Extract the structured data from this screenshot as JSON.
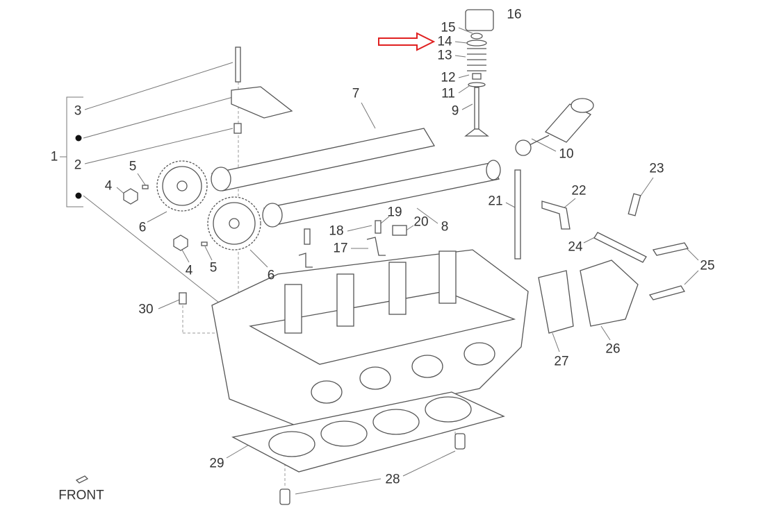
{
  "diagram": {
    "title_hint": "FRONT",
    "highlight_color": "#e02020",
    "highlighted_callout": "14",
    "callouts": [
      {
        "id": "c16",
        "text": "16"
      },
      {
        "id": "c15",
        "text": "15"
      },
      {
        "id": "c14",
        "text": "14"
      },
      {
        "id": "c13",
        "text": "13"
      },
      {
        "id": "c12",
        "text": "12"
      },
      {
        "id": "c11",
        "text": "11"
      },
      {
        "id": "c9",
        "text": "9"
      },
      {
        "id": "c7",
        "text": "7"
      },
      {
        "id": "c10",
        "text": "10"
      },
      {
        "id": "c23",
        "text": "23"
      },
      {
        "id": "c22",
        "text": "22"
      },
      {
        "id": "c21",
        "text": "21"
      },
      {
        "id": "c24",
        "text": "24"
      },
      {
        "id": "c25",
        "text": "25"
      },
      {
        "id": "c19",
        "text": "19"
      },
      {
        "id": "c20",
        "text": "20"
      },
      {
        "id": "c18",
        "text": "18"
      },
      {
        "id": "c17",
        "text": "17"
      },
      {
        "id": "c8",
        "text": "8"
      },
      {
        "id": "c3",
        "text": "3"
      },
      {
        "id": "c2",
        "text": "2"
      },
      {
        "id": "c1",
        "text": "1"
      },
      {
        "id": "c5a",
        "text": "5"
      },
      {
        "id": "c4a",
        "text": "4"
      },
      {
        "id": "c6a",
        "text": "6"
      },
      {
        "id": "c4b",
        "text": "4"
      },
      {
        "id": "c5b",
        "text": "5"
      },
      {
        "id": "c6b",
        "text": "6"
      },
      {
        "id": "c30",
        "text": "30"
      },
      {
        "id": "c27",
        "text": "27"
      },
      {
        "id": "c26",
        "text": "26"
      },
      {
        "id": "c29",
        "text": "29"
      },
      {
        "id": "c28",
        "text": "28"
      }
    ]
  }
}
